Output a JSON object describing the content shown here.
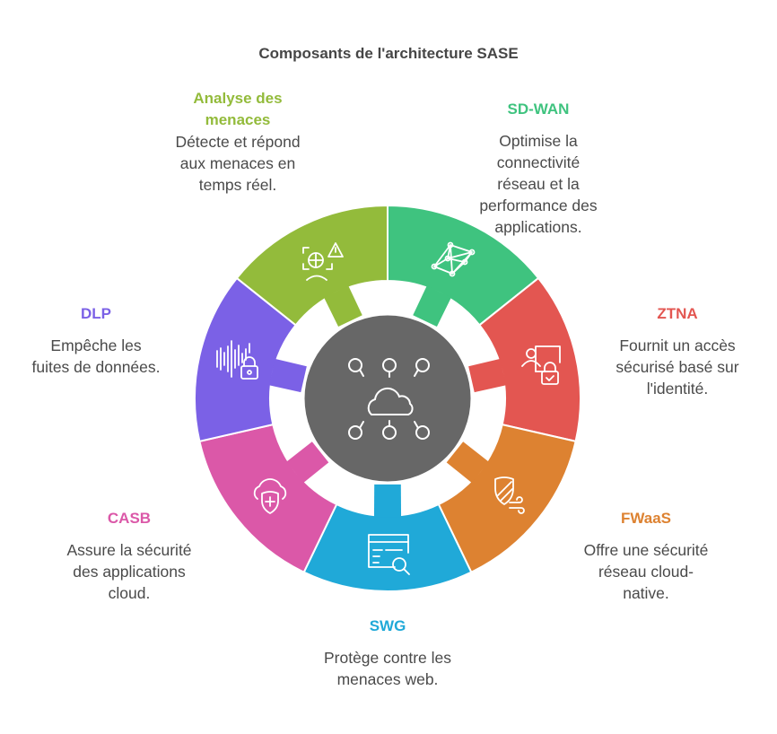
{
  "title": "Composants de l'architecture SASE",
  "components": [
    {
      "id": "sdwan",
      "title": "SD-WAN",
      "desc_lines": [
        "Optimise la",
        "connectivité",
        "réseau et la",
        "performance des",
        "applications."
      ],
      "color": "#3fc37f",
      "icon": "network-mesh-icon"
    },
    {
      "id": "ztna",
      "title": "ZTNA",
      "desc_lines": [
        "Fournit un accès",
        "sécurisé basé sur",
        "l'identité."
      ],
      "color": "#e35651",
      "icon": "identity-lock-icon"
    },
    {
      "id": "fwaas",
      "title": "FWaaS",
      "desc_lines": [
        "Offre une sécurité",
        "réseau cloud-",
        "native."
      ],
      "color": "#dd8231",
      "icon": "shield-wind-icon"
    },
    {
      "id": "swg",
      "title": "SWG",
      "desc_lines": [
        "Protège contre les",
        "menaces web."
      ],
      "color": "#20a9d8",
      "icon": "browser-search-icon"
    },
    {
      "id": "casb",
      "title": "CASB",
      "desc_lines": [
        "Assure la sécurité",
        "des applications",
        "cloud."
      ],
      "color": "#db58a8",
      "icon": "cloud-shield-icon"
    },
    {
      "id": "dlp",
      "title": "DLP",
      "desc_lines": [
        "Empêche les",
        "fuites de données."
      ],
      "color": "#7b61e6",
      "icon": "waveform-lock-icon"
    },
    {
      "id": "threat",
      "title_lines": [
        "Analyse des",
        "menaces"
      ],
      "desc_lines": [
        "Détecte et répond",
        "aux menaces en",
        "temps réel."
      ],
      "color": "#93bb3b",
      "icon": "threat-scan-icon"
    }
  ],
  "center": {
    "color": "#676767",
    "icon": "cloud-network-icon"
  }
}
